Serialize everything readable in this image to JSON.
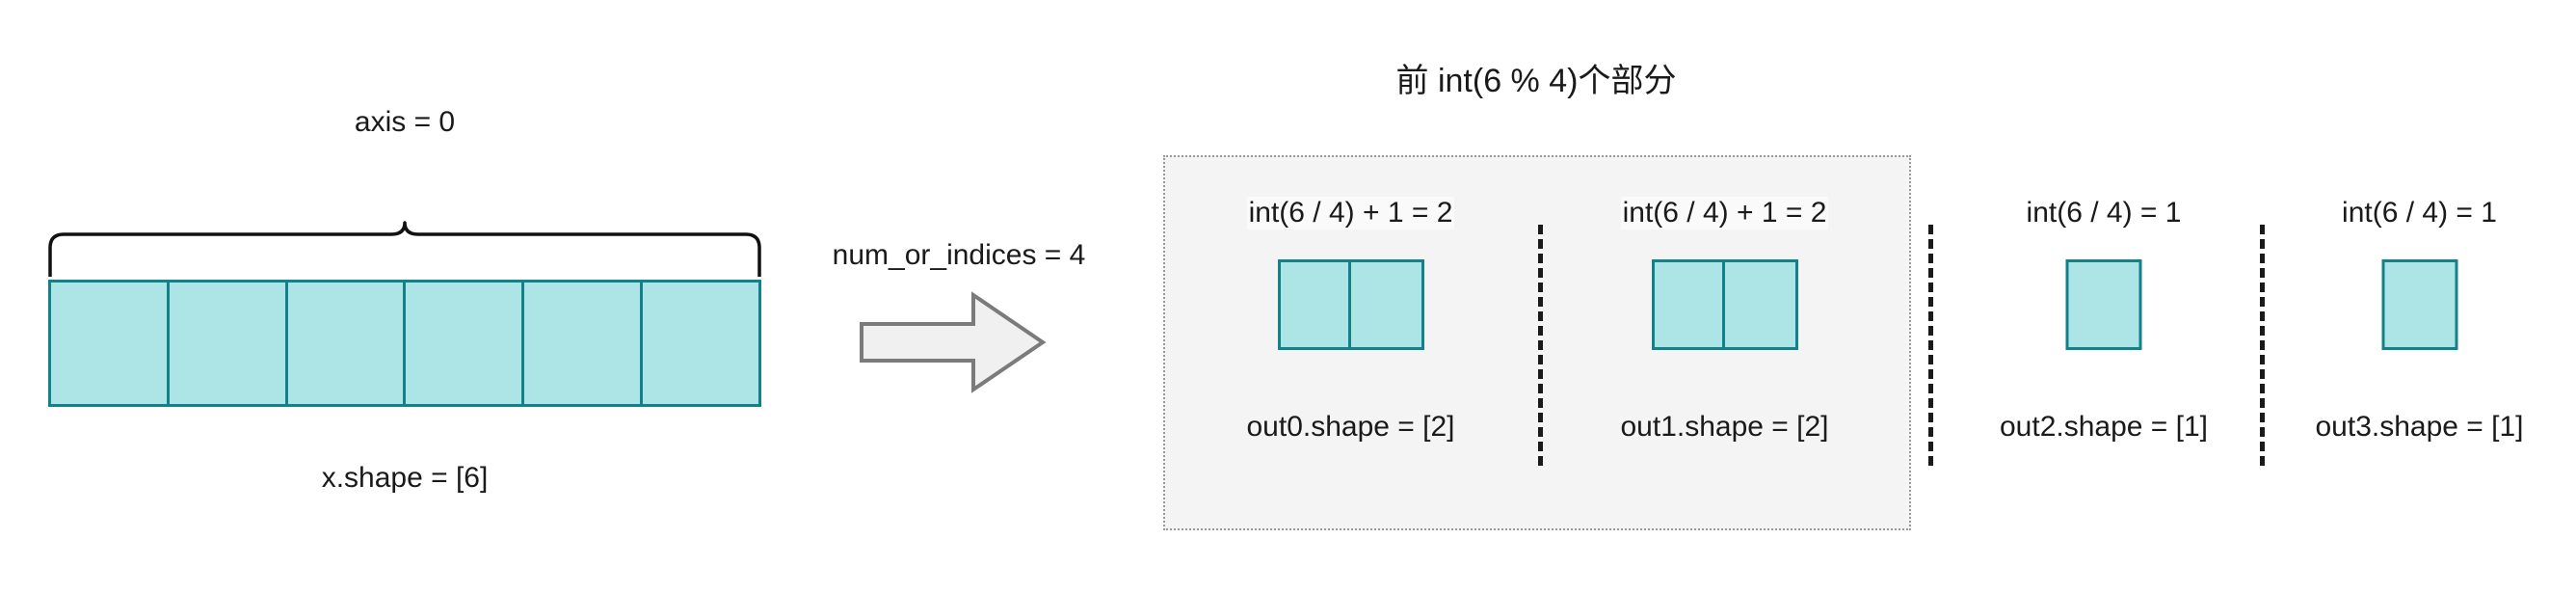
{
  "diagram": {
    "title": "前 int(6 % 4)个部分",
    "source": {
      "axis_label": "axis = 0",
      "shape_label": "x.shape = [6]",
      "cell_count": 6
    },
    "operation": {
      "param_label": "num_or_indices = 4",
      "arrow_icon": "right-block-arrow-icon"
    },
    "colors": {
      "cell_fill": "#ade4e5",
      "cell_border": "#13818a",
      "panel_background": "#f4f4f4",
      "panel_border": "#9a9a9a",
      "arrow_fill": "#f0f0f0",
      "arrow_stroke": "#777777",
      "text": "#1a1a1a"
    },
    "outputs": [
      {
        "formula": "int(6 / 4) + 1 = 2",
        "caption": "out0.shape = [2]",
        "cells": 2,
        "in_panel": true
      },
      {
        "formula": "int(6 / 4) + 1 = 2",
        "caption": "out1.shape = [2]",
        "cells": 2,
        "in_panel": true
      },
      {
        "formula": "int(6 / 4) = 1",
        "caption": "out2.shape = [1]",
        "cells": 1,
        "in_panel": false
      },
      {
        "formula": "int(6 / 4) = 1",
        "caption": "out3.shape = [1]",
        "cells": 1,
        "in_panel": false
      }
    ]
  }
}
